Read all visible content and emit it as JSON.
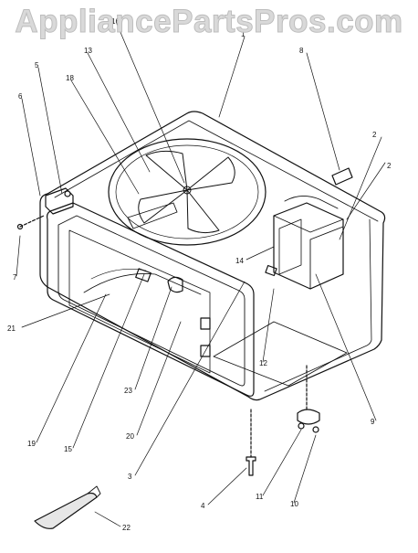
{
  "watermark": "AppliancePartsPros.com",
  "callouts": [
    {
      "id": "c-1",
      "label": "1"
    },
    {
      "id": "c-2a",
      "label": "2"
    },
    {
      "id": "c-2b",
      "label": "2"
    },
    {
      "id": "c-3",
      "label": "3"
    },
    {
      "id": "c-4",
      "label": "4"
    },
    {
      "id": "c-5",
      "label": "5"
    },
    {
      "id": "c-6",
      "label": "6"
    },
    {
      "id": "c-7",
      "label": "7"
    },
    {
      "id": "c-8",
      "label": "8"
    },
    {
      "id": "c-9",
      "label": "9"
    },
    {
      "id": "c-10",
      "label": "10"
    },
    {
      "id": "c-11",
      "label": "11"
    },
    {
      "id": "c-12",
      "label": "12"
    },
    {
      "id": "c-13",
      "label": "13"
    },
    {
      "id": "c-14",
      "label": "14"
    },
    {
      "id": "c-16",
      "label": "16"
    },
    {
      "id": "c-15",
      "label": "15"
    },
    {
      "id": "c-18",
      "label": "18"
    },
    {
      "id": "c-19",
      "label": "19"
    },
    {
      "id": "c-20",
      "label": "20"
    },
    {
      "id": "c-21",
      "label": "21"
    },
    {
      "id": "c-22",
      "label": "22"
    },
    {
      "id": "c-23",
      "label": "23"
    }
  ],
  "colors": {
    "ink": "#111111",
    "watermark": "#d9d9d9"
  }
}
